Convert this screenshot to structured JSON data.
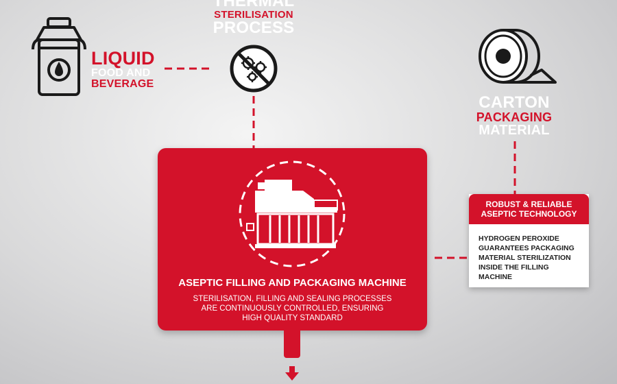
{
  "liquid": {
    "title": "LIQUID",
    "line1": "FOOD AND",
    "line2": "BEVERAGE"
  },
  "thermal": {
    "line1": "THERMAL",
    "line2": "STERILISATION",
    "line3": "PROCESS"
  },
  "carton": {
    "line1": "CARTON",
    "line2": "PACKAGING",
    "line3": "MATERIAL"
  },
  "machine": {
    "title": "ASEPTIC FILLING AND PACKAGING MACHINE",
    "desc1": "STERILISATION, FILLING AND SEALING PROCESSES",
    "desc2": "ARE CONTINUOUSLY CONTROLLED, ENSURING",
    "desc3": "HIGH QUALITY STANDARD"
  },
  "robust": {
    "head1": "ROBUST & RELIABLE",
    "head2": "ASEPTIC TECHNOLOGY",
    "body": [
      "HYDROGEN PEROXIDE",
      "GUARANTEES PACKAGING",
      "MATERIAL STERILIZATION",
      "INSIDE THE FILLING",
      "MACHINE"
    ]
  },
  "icons": [
    "milk-can-icon",
    "no-germs-icon",
    "paper-roll-icon",
    "filling-machine-icon",
    "arrow-down-icon"
  ],
  "colors": {
    "accent": "#d3122a",
    "dark": "#1a1a1a",
    "background": "#d9d9da"
  }
}
